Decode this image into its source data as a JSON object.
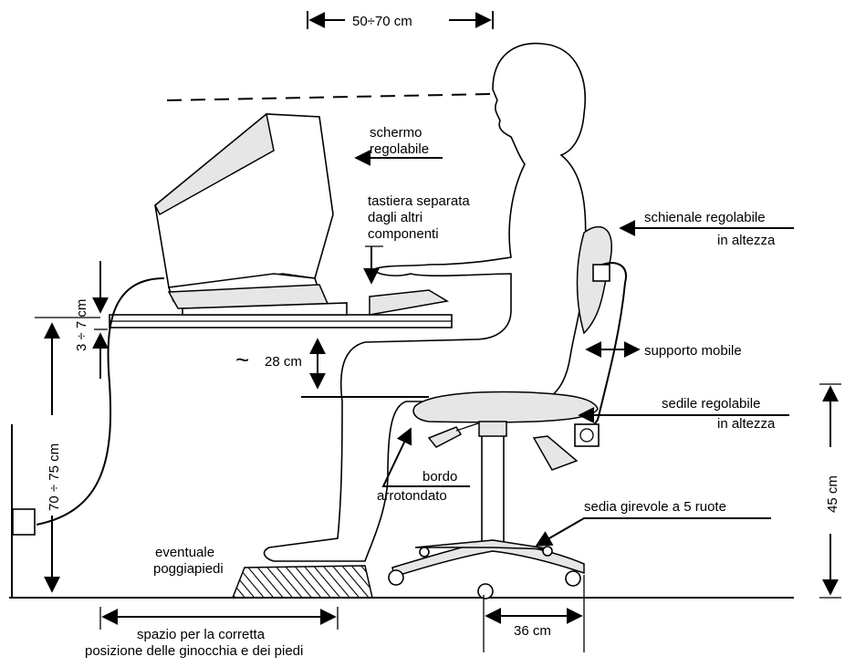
{
  "labels": {
    "top_distance": "50÷70 cm",
    "monitor": [
      "schermo",
      "regolabile"
    ],
    "keyboard": [
      "tastiera separata",
      "dagli altri",
      "componenti"
    ],
    "backrest": [
      "schienale regolabile",
      "in altezza"
    ],
    "support": "supporto mobile",
    "seat": [
      "sedile regolabile",
      "in altezza"
    ],
    "edge": [
      "bordo",
      "arrotondato"
    ],
    "chair": "sedia girevole a 5 ruote",
    "footrest": [
      "eventuale",
      "poggiapiedi"
    ],
    "knee_space": [
      "spazio per la corretta",
      "posizione delle ginocchia e dei piedi"
    ],
    "desk_height": "70 ÷ 75 cm",
    "gap": "3 ÷ 7 cm",
    "thigh": "28 cm",
    "thigh_symbol": "~",
    "seat_height": "45 cm",
    "base": "36 cm"
  }
}
